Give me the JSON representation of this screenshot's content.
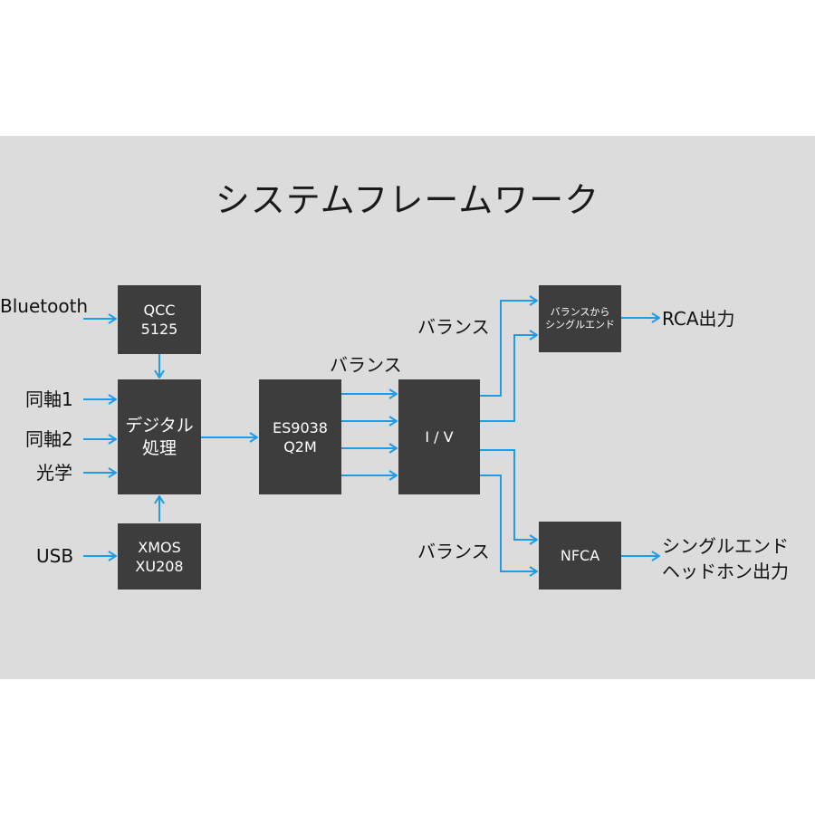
{
  "title": "システムフレームワーク",
  "colors": {
    "panel": "#dcdcdc",
    "box": "#3d3d3d",
    "arrow": "#1e9be9",
    "text": "#111111"
  },
  "inputs": {
    "bluetooth": "Bluetooth",
    "coax1": "同軸1",
    "coax2": "同軸2",
    "optical": "光学",
    "usb": "USB"
  },
  "blocks": {
    "qcc": [
      "QCC",
      "5125"
    ],
    "dsp": [
      "デジタル",
      "処理"
    ],
    "xmos": [
      "XMOS",
      "XU208"
    ],
    "dac": [
      "ES9038",
      "Q2M"
    ],
    "iv": [
      "I / V"
    ],
    "bal2se": [
      "バランスから",
      "シングルエンド"
    ],
    "nfca": [
      "NFCA"
    ]
  },
  "labels": {
    "balanced_dac": "バランス",
    "balanced_upper": "バランス",
    "balanced_lower": "バランス"
  },
  "outputs": {
    "rca": "RCA出力",
    "headphone": [
      "シングルエンド",
      "ヘッドホン出力"
    ]
  }
}
